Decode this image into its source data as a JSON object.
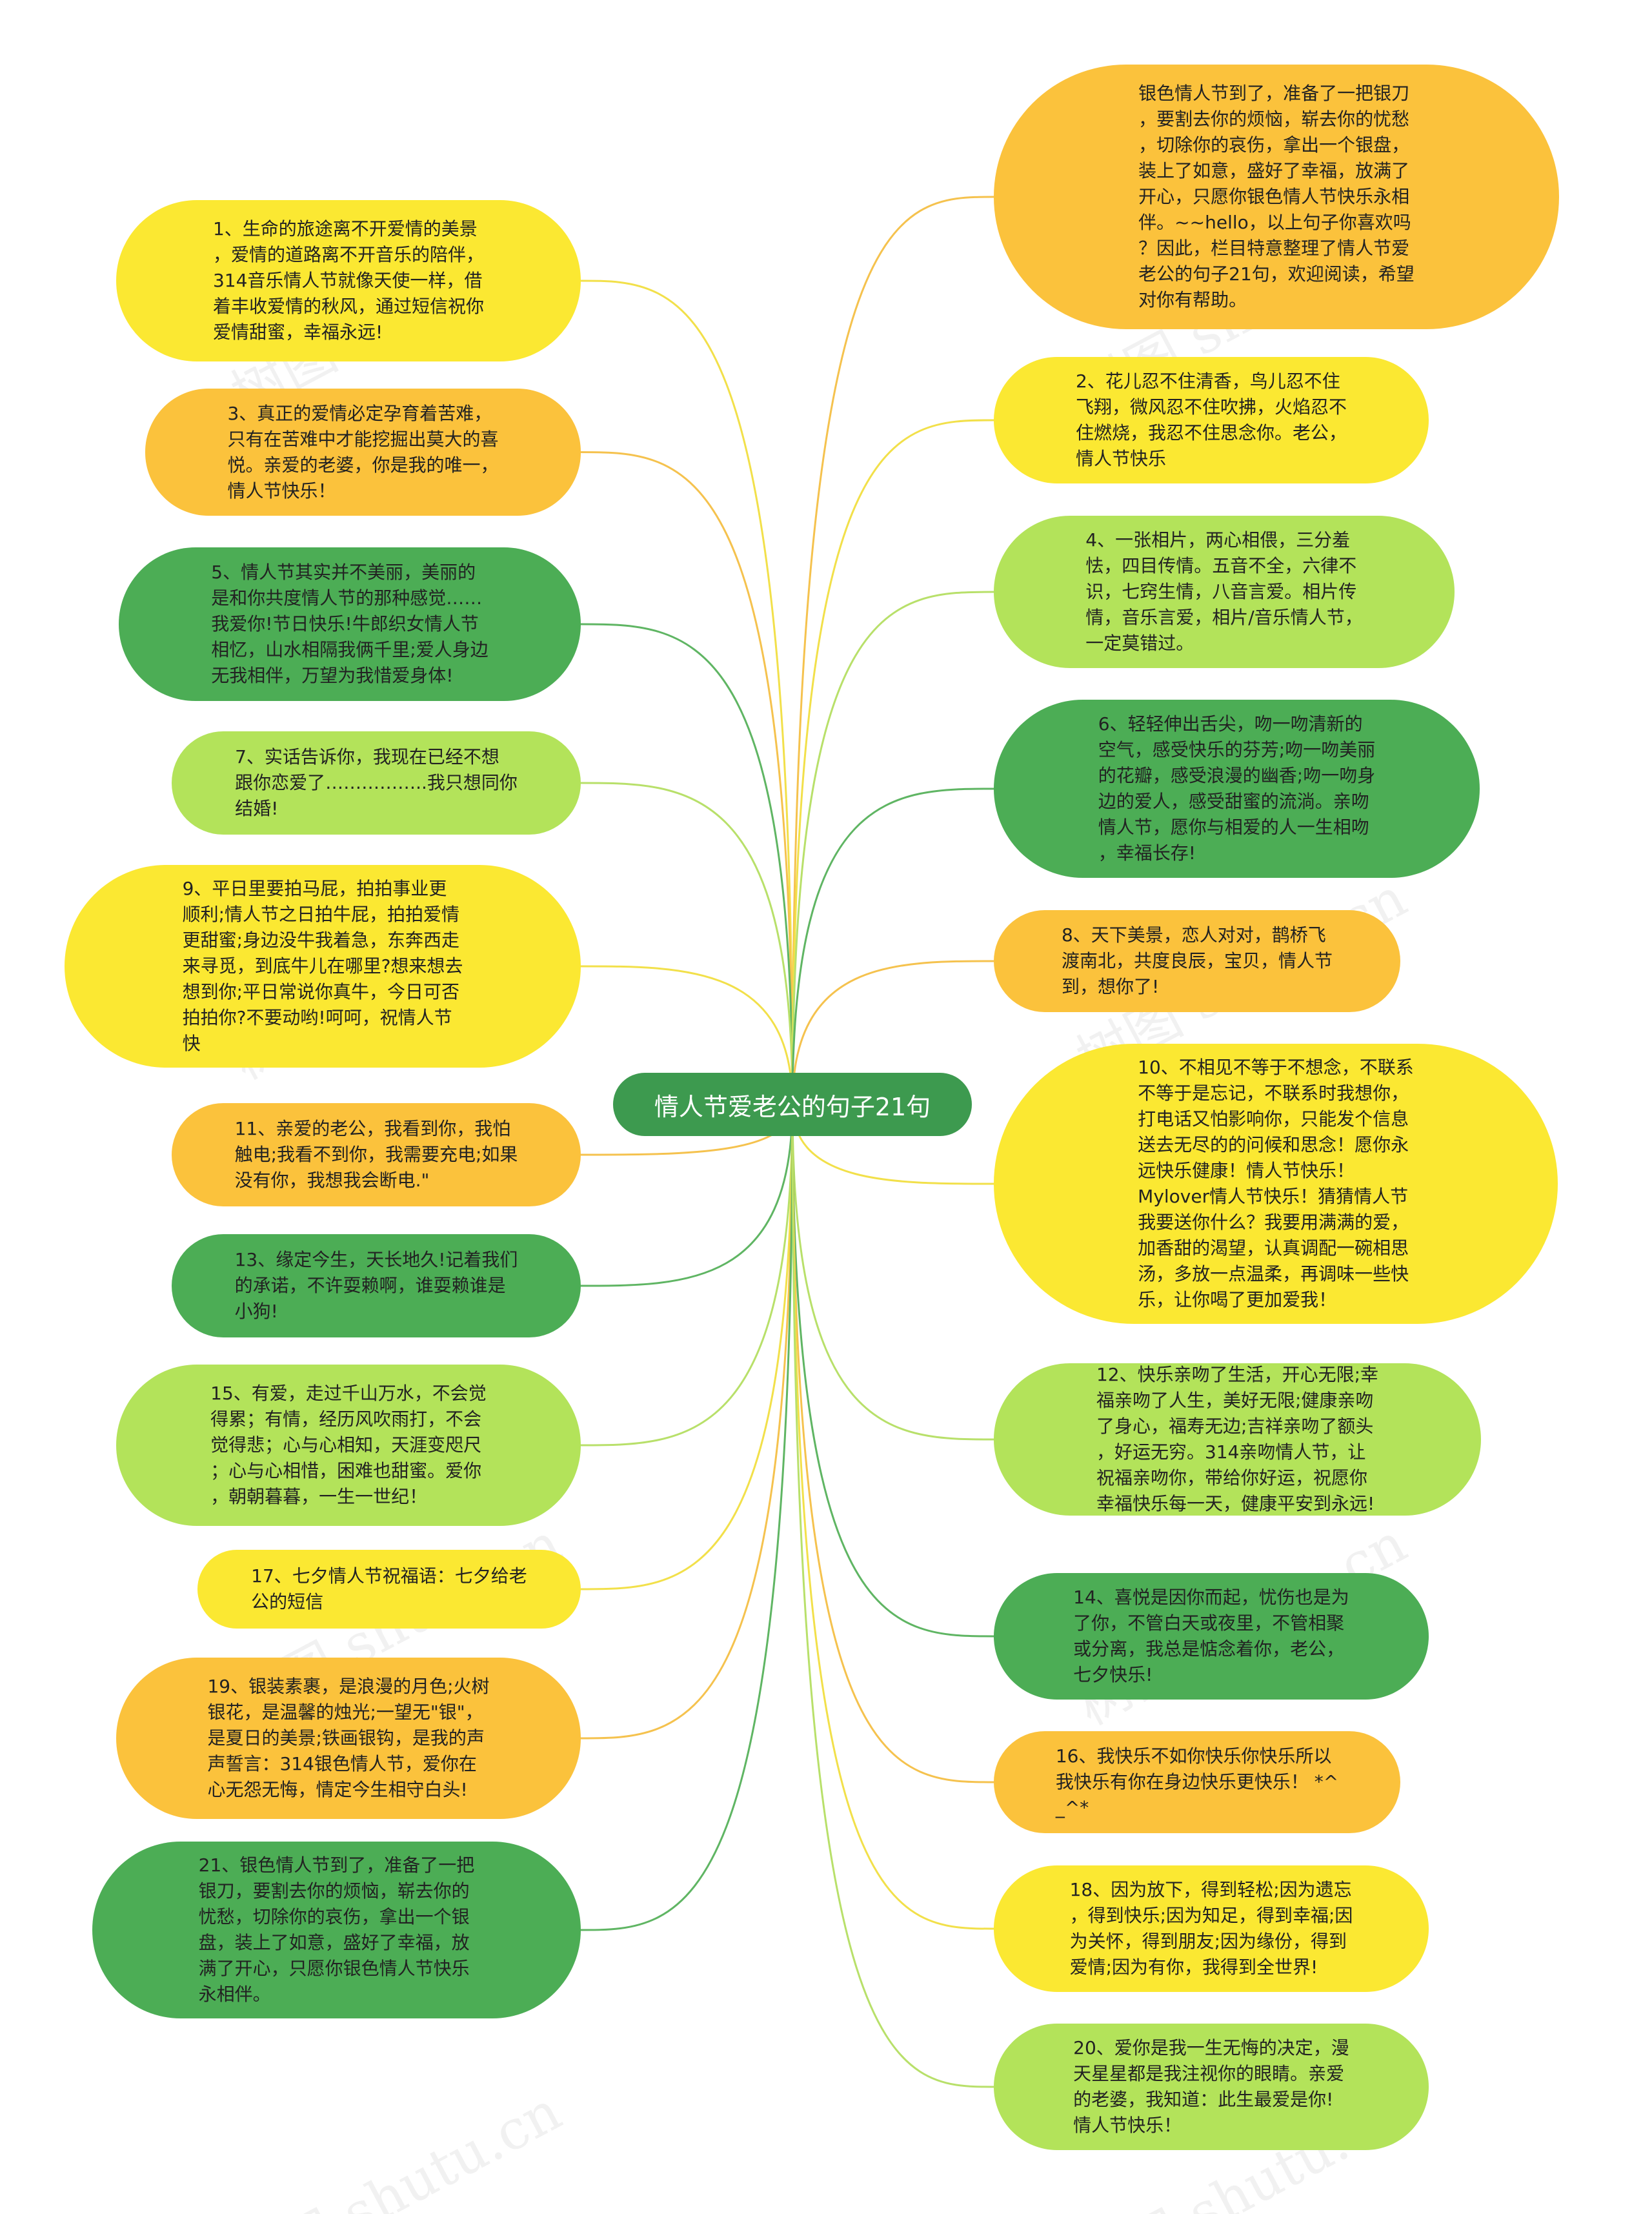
{
  "root": {
    "title": "情人节爱老公的句子21句"
  },
  "colors": {
    "yellow": "#fbe832",
    "orange": "#fbc23c",
    "green": "#4cad55",
    "lightgreen": "#b3e35a",
    "root": "#3d9a4f"
  },
  "watermark": "树图 shutu.cn",
  "left_nodes": [
    {
      "color": "yellow",
      "text": "1、生命的旅途离不开爱情的美景\n，爱情的道路离不开音乐的陪伴，\n314音乐情人节就像天使一样，借\n着丰收爱情的秋风，通过短信祝你\n爱情甜蜜，幸福永远!"
    },
    {
      "color": "orange",
      "text": "3、真正的爱情必定孕育着苦难，\n只有在苦难中才能挖掘出莫大的喜\n悦。亲爱的老婆，你是我的唯一，\n情人节快乐！"
    },
    {
      "color": "green",
      "text": "5、情人节其实并不美丽，美丽的\n是和你共度情人节的那种感觉……\n我爱你!节日快乐!牛郎织女情人节\n相忆，山水相隔我俩千里;爱人身边\n无我相伴，万望为我惜爱身体!"
    },
    {
      "color": "lightgreen",
      "text": "7、实话告诉你，我现在已经不想\n跟你恋爱了……………..我只想同你\n结婚!"
    },
    {
      "color": "yellow",
      "text": "9、平日里要拍马屁，拍拍事业更\n顺利;情人节之日拍牛屁，拍拍爱情\n更甜蜜;身边没牛我着急，东奔西走\n来寻觅，到底牛儿在哪里?想来想去\n想到你;平日常说你真牛，今日可否\n拍拍你?不要动哟!呵呵，祝情人节\n快"
    },
    {
      "color": "orange",
      "text": "11、亲爱的老公，我看到你，我怕\n触电;我看不到你，我需要充电;如果\n没有你，我想我会断电.\""
    },
    {
      "color": "green",
      "text": "13、缘定今生，天长地久!记着我们\n的承诺，不许耍赖啊，谁耍赖谁是\n小狗!"
    },
    {
      "color": "lightgreen",
      "text": "15、有爱，走过千山万水，不会觉\n得累；有情，经历风吹雨打，不会\n觉得悲；心与心相知，天涯变咫尺\n；心与心相惜，困难也甜蜜。爱你\n，朝朝暮暮，一生一世纪！"
    },
    {
      "color": "yellow",
      "text": "17、七夕情人节祝福语：七夕给老\n公的短信"
    },
    {
      "color": "orange",
      "text": "19、银装素裹，是浪漫的月色;火树\n银花，是温馨的烛光;一望无\"银\"，\n是夏日的美景;铁画银钩，是我的声\n声誓言：314银色情人节，爱你在\n心无怨无悔，情定今生相守白头!"
    },
    {
      "color": "green",
      "text": "21、银色情人节到了，准备了一把\n银刀，要割去你的烦恼，崭去你的\n忧愁，切除你的哀伤，拿出一个银\n盘，装上了如意，盛好了幸福，放\n满了开心，只愿你银色情人节快乐\n永相伴。"
    }
  ],
  "right_nodes": [
    {
      "color": "orange",
      "text": "银色情人节到了，准备了一把银刀\n，要割去你的烦恼，崭去你的忧愁\n，切除你的哀伤，拿出一个银盘，\n装上了如意，盛好了幸福，放满了\n开心，只愿你银色情人节快乐永相\n伴。~~hello，以上句子你喜欢吗\n？因此，栏目特意整理了情人节爱\n老公的句子21句，欢迎阅读，希望\n对你有帮助。"
    },
    {
      "color": "yellow",
      "text": "2、花儿忍不住清香，鸟儿忍不住\n飞翔，微风忍不住吹拂，火焰忍不\n住燃烧，我忍不住思念你。老公，\n情人节快乐"
    },
    {
      "color": "lightgreen",
      "text": "4、一张相片，两心相偎，三分羞\n怯，四目传情。五音不全，六律不\n识，七窍生情，八音言爱。相片传\n情，音乐言爱，相片/音乐情人节，\n一定莫错过。"
    },
    {
      "color": "green",
      "text": "6、轻轻伸出舌尖，吻一吻清新的\n空气，感受快乐的芬芳;吻一吻美丽\n的花瓣，感受浪漫的幽香;吻一吻身\n边的爱人，感受甜蜜的流淌。亲吻\n情人节，愿你与相爱的人一生相吻\n，幸福长存!"
    },
    {
      "color": "orange",
      "text": "8、天下美景，恋人对对，鹊桥飞\n渡南北，共度良辰，宝贝，情人节\n到，想你了!"
    },
    {
      "color": "yellow",
      "text": "10、不相见不等于不想念，不联系\n不等于是忘记，不联系时我想你，\n打电话又怕影响你，只能发个信息\n送去无尽的的问候和思念！愿你永\n远快乐健康！情人节快乐！\nMylover情人节快乐！猜猜情人节\n我要送你什么？我要用满满的爱，\n加香甜的渴望，认真调配一碗相思\n汤，多放一点温柔，再调味一些快\n乐，让你喝了更加爱我！"
    },
    {
      "color": "lightgreen",
      "text": "12、快乐亲吻了生活，开心无限;幸\n福亲吻了人生，美好无限;健康亲吻\n了身心，福寿无边;吉祥亲吻了额头\n，好运无穷。314亲吻情人节，让\n祝福亲吻你，带给你好运，祝愿你\n幸福快乐每一天，健康平安到永远!"
    },
    {
      "color": "green",
      "text": "14、喜悦是因你而起，忧伤也是为\n了你，不管白天或夜里，不管相聚\n或分离，我总是惦念着你，老公，\n七夕快乐!"
    },
    {
      "color": "orange",
      "text": "16、我快乐不如你快乐你快乐所以\n我快乐有你在身边快乐更快乐！ *^\n_^*"
    },
    {
      "color": "yellow",
      "text": "18、因为放下，得到轻松;因为遗忘\n，得到快乐;因为知足，得到幸福;因\n为关怀，得到朋友;因为缘份，得到\n爱情;因为有你，我得到全世界!"
    },
    {
      "color": "lightgreen",
      "text": "20、爱你是我一生无悔的决定，漫\n天星星都是我注视你的眼睛。亲爱\n的老婆，我知道：此生最爱是你!\n情人节快乐！"
    }
  ]
}
